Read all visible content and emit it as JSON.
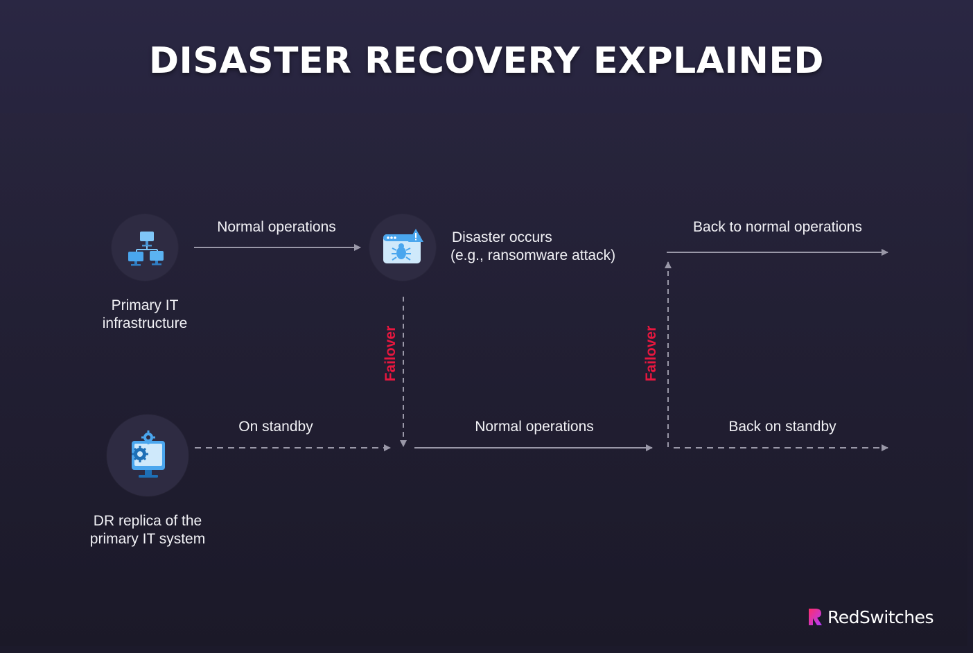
{
  "title": "DISASTER RECOVERY EXPLAINED",
  "nodes": {
    "primary": {
      "label": "Primary IT infrastructure",
      "icon": "network-computers-icon"
    },
    "disaster": {
      "label_line1": "Disaster occurs",
      "label_line2": "(e.g., ransomware attack)",
      "icon": "bug-warning-window-icon"
    },
    "replica": {
      "label": "DR replica of the primary IT system",
      "icon": "gear-monitor-icon"
    }
  },
  "edges": {
    "top_normal": "Normal operations",
    "top_back_normal": "Back to normal operations",
    "bottom_standby": "On standby",
    "bottom_normal": "Normal operations",
    "bottom_back_standby": "Back on standby",
    "failover_left": "Failover",
    "failover_right": "Failover"
  },
  "brand": {
    "name": "RedSwitches",
    "icon": "redswitches-logo-icon"
  },
  "colors": {
    "accent_red": "#e8173f",
    "icon_blue": "#3da4f0",
    "line_gray": "#9a98a8"
  }
}
